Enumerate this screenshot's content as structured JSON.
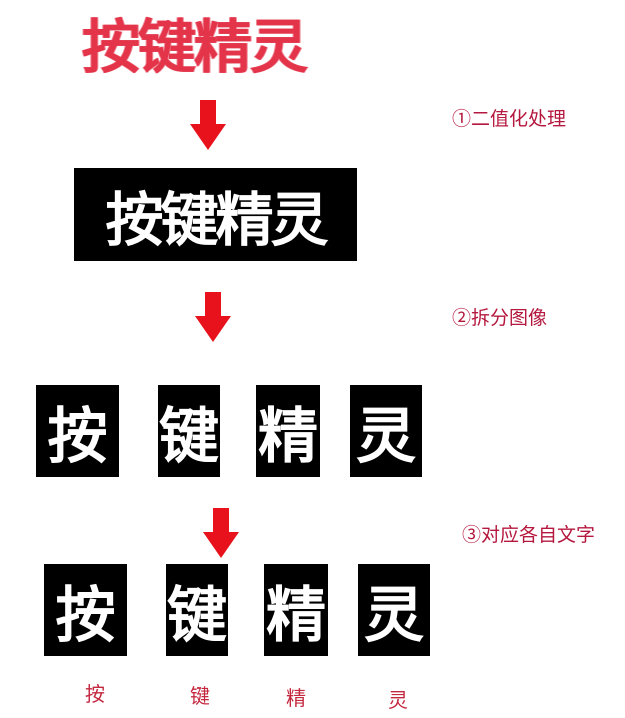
{
  "source_text": {
    "text": "按键精灵",
    "color": "#e3344a"
  },
  "arrow_color": "#e8121d",
  "steps": [
    {
      "label": "①二值化处理"
    },
    {
      "label": "②拆分图像"
    },
    {
      "label": "③对应各自文字"
    }
  ],
  "binarized_image": {
    "text": "按键精灵",
    "background": "#000000",
    "foreground": "#ffffff"
  },
  "split_images": [
    {
      "char": "按"
    },
    {
      "char": "键"
    },
    {
      "char": "精"
    },
    {
      "char": "灵"
    }
  ],
  "matched_images": [
    {
      "char": "按"
    },
    {
      "char": "键"
    },
    {
      "char": "精"
    },
    {
      "char": "灵"
    }
  ],
  "recognized_chars": [
    {
      "label": "按"
    },
    {
      "label": "键"
    },
    {
      "label": "精"
    },
    {
      "label": "灵"
    }
  ]
}
